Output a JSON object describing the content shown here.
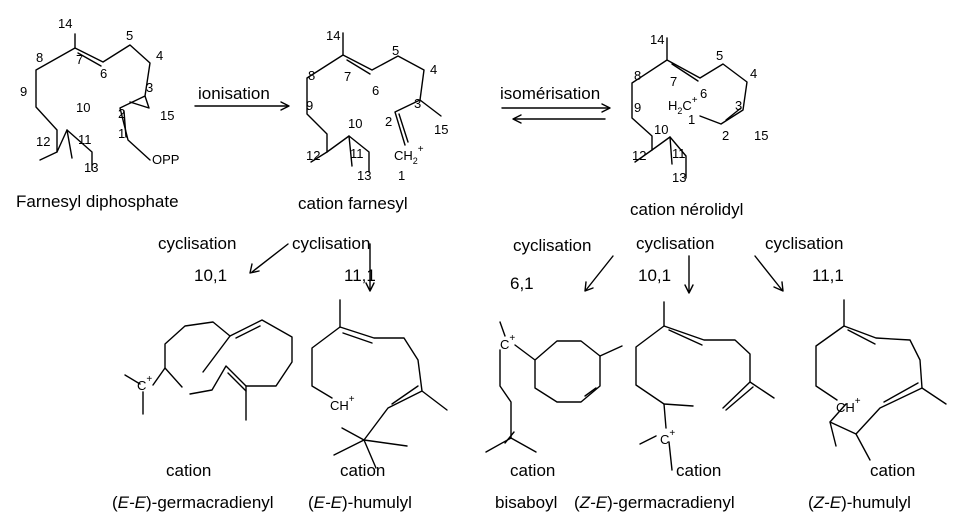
{
  "figure_text": {
    "compounds": {
      "farnesyl_diphosphate": "Farnesyl diphosphate",
      "cation_farnesyl": "cation farnesyl",
      "cation_nerolidyl": "cation nérolidyl"
    },
    "reactions": {
      "ionisation": "ionisation",
      "isomerisation": "isomérisation",
      "cyclisation": "cyclisation"
    },
    "modes": {
      "m_10_1": "10,1",
      "m_11_1": "11,1",
      "m_6_1": "6,1"
    },
    "products": {
      "cation_word": "cation",
      "p1": {
        "pre": "(",
        "em": "E-E",
        "post": ")-germacradienyl"
      },
      "p2": {
        "pre": "(",
        "em": "E-E",
        "post": ")-humulyl"
      },
      "p3": {
        "plain": "bisaboyl"
      },
      "p4": {
        "pre": "(",
        "em": "Z-E",
        "post": ")-germacradienyl"
      },
      "p5": {
        "pre": "(",
        "em": "Z-E",
        "post": ")-humulyl"
      }
    },
    "atoms": {
      "opp": "OPP",
      "c_plus": "C",
      "ch_plus": "CH",
      "h2c": "H",
      "h2c_c": "C",
      "ch2": "CH",
      "plus": "+",
      "sub2": "2"
    },
    "carbon_numbers": [
      "1",
      "2",
      "3",
      "4",
      "5",
      "6",
      "7",
      "8",
      "9",
      "10",
      "11",
      "12",
      "13",
      "14",
      "15"
    ]
  }
}
